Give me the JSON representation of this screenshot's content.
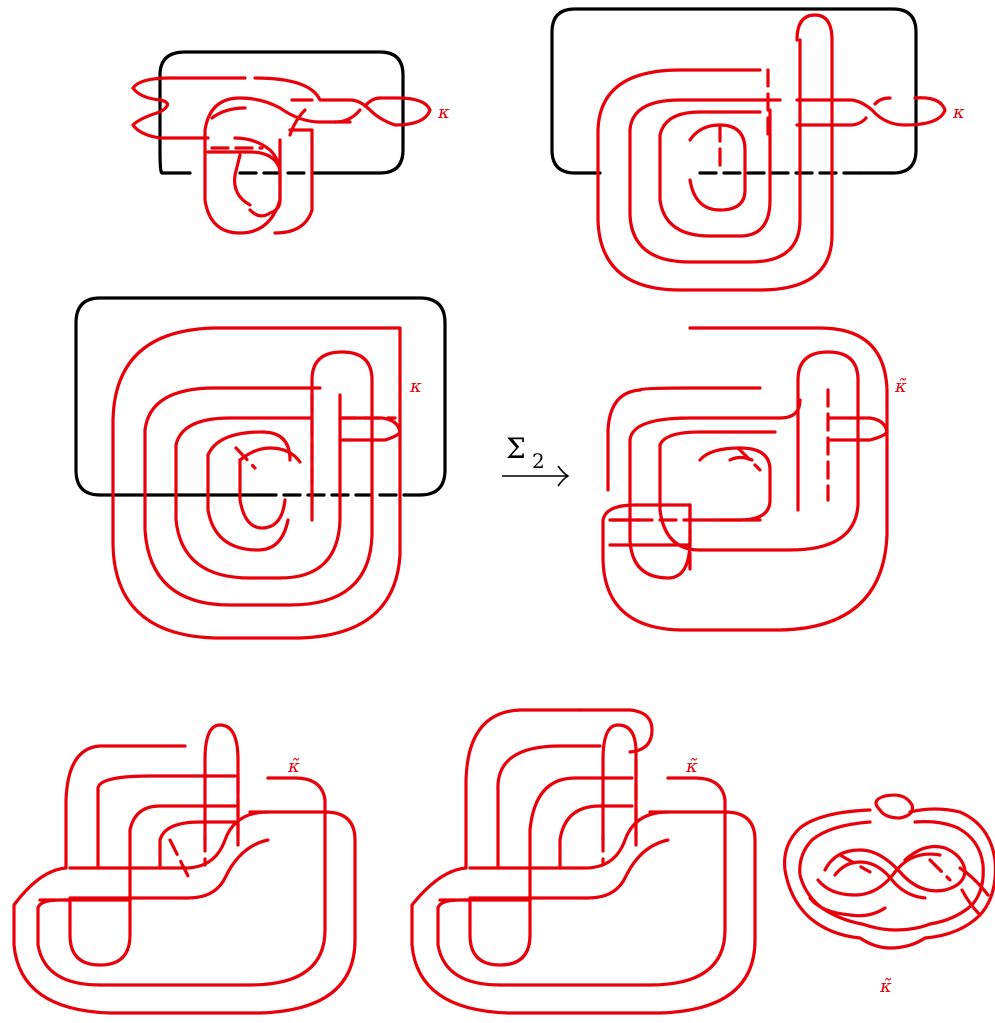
{
  "labels": {
    "kappa": "κ",
    "kappa_tilde": "κ̃",
    "arrow_operator": "Σ",
    "arrow_subscript": "2"
  },
  "colors": {
    "knot": "#e8000b",
    "surface_boundary": "#000000"
  }
}
